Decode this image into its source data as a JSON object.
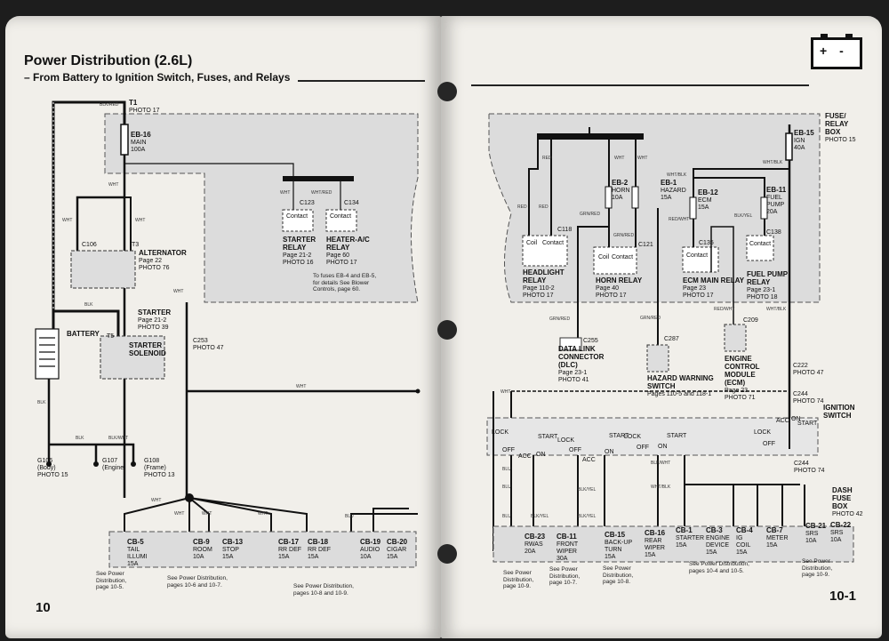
{
  "left_page": {
    "title": "Power Distribution (2.6L)",
    "subtitle": "– From Battery to Ignition Switch, Fuses, and Relays",
    "page_number": "10",
    "t1": {
      "name": "T1",
      "photo": "PHOTO 17",
      "wire": "BLK/RED"
    },
    "eb16": {
      "name": "EB-16",
      "line1": "MAIN",
      "line2": "100A"
    },
    "alternator": {
      "name": "ALTERNATOR",
      "page": "Page 22",
      "photo": "PHOTO 76",
      "conn": "C106",
      "term": "T3"
    },
    "starter_relay": {
      "name": "STARTER",
      "name2": "RELAY",
      "page": "Page 21-2",
      "photo": "PHOTO 16",
      "conn": "C123",
      "contact": "Contact"
    },
    "heater_relay": {
      "name": "HEATER-A/C",
      "name2": "RELAY",
      "page": "Page 60",
      "photo": "PHOTO 17",
      "conn": "C134",
      "contact": "Contact"
    },
    "fuse_note": [
      "To fuses EB-4 and EB-5,",
      "for details See Blower",
      "Controls, page 60."
    ],
    "starter": {
      "name": "STARTER",
      "page": "Page 21-2",
      "photo": "PHOTO 39",
      "solenoid1": "STARTER",
      "solenoid2": "SOLENOID",
      "term": "T5"
    },
    "battery": "BATTERY",
    "c253": {
      "name": "C253",
      "photo": "PHOTO 47"
    },
    "grounds": [
      {
        "name": "G106",
        "sub": "(Body)",
        "photo": "PHOTO 15"
      },
      {
        "name": "G107",
        "sub": "(Engine)",
        "photo": ""
      },
      {
        "name": "G108",
        "sub": "(Frame)",
        "photo": "PHOTO 13"
      }
    ],
    "wires": {
      "wht": "WHT",
      "blk": "BLK",
      "blkwht": "BLK/WHT",
      "blu": "BLU",
      "whtred": "WHT/RED"
    },
    "fuses": [
      {
        "name": "CB-5",
        "l1": "TAIL",
        "l2": "ILLUMI",
        "l3": "15A"
      },
      {
        "name": "CB-9",
        "l1": "ROOM",
        "l2": "10A",
        "l3": ""
      },
      {
        "name": "CB-13",
        "l1": "STOP",
        "l2": "15A",
        "l3": ""
      },
      {
        "name": "CB-17",
        "l1": "RR DEF",
        "l2": "15A",
        "l3": ""
      },
      {
        "name": "CB-18",
        "l1": "RR DEF",
        "l2": "15A",
        "l3": ""
      },
      {
        "name": "CB-19",
        "l1": "AUDIO",
        "l2": "10A",
        "l3": ""
      },
      {
        "name": "CB-20",
        "l1": "CIGAR",
        "l2": "15A",
        "l3": ""
      }
    ],
    "notes": [
      [
        "See Power",
        "Distribution,",
        "page 10-5."
      ],
      [
        "See Power Distribution,",
        "pages 10-6 and 10-7."
      ],
      [
        "See Power Distribution,",
        "pages 10-8 and 10-9."
      ]
    ]
  },
  "right_page": {
    "page_number": "10-1",
    "fuse_box": [
      "FUSE/",
      "RELAY",
      "BOX",
      "PHOTO 15"
    ],
    "eb15": {
      "name": "EB-15",
      "line1": "IGN",
      "line2": "40A"
    },
    "eb2": {
      "name": "EB-2",
      "line1": "HORN",
      "line2": "10A"
    },
    "eb1": {
      "name": "EB-1",
      "line1": "HAZARD",
      "line2": "15A"
    },
    "eb12": {
      "name": "EB-12",
      "line1": "ECM",
      "line2": "15A"
    },
    "eb11": {
      "name": "EB-11",
      "line1": "FUEL",
      "line2": "PUMP",
      "line3": "20A"
    },
    "headlight_relay": {
      "name": "HEADLIGHT",
      "name2": "RELAY",
      "page": "Page 110-2",
      "photo": "PHOTO 17",
      "conn": "C118",
      "coil": "Coil",
      "contact": "Contact"
    },
    "horn_relay": {
      "name": "HORN RELAY",
      "page": "Page 40",
      "photo": "PHOTO 17",
      "conn": "C121",
      "coil": "Coil",
      "contact": "Contact"
    },
    "ecm_relay": {
      "name": "ECM MAIN RELAY",
      "page": "Page 23",
      "photo": "PHOTO 17",
      "conn": "C135",
      "contact": "Contact"
    },
    "fuel_relay": {
      "name": "FUEL PUMP",
      "name2": "RELAY",
      "page": "Page 23-1",
      "photo": "PHOTO 18",
      "conn": "C138",
      "contact": "Contact"
    },
    "dlc": {
      "name": "DATA LINK",
      "name2": "CONNECTOR",
      "name3": "(DLC)",
      "page": "Page 23-1",
      "photo": "PHOTO 41",
      "conn": "C255"
    },
    "hazard": {
      "name": "HAZARD WARNING",
      "name2": "SWITCH",
      "page": "Pages 110-5 and 118-1",
      "conn": "C287"
    },
    "ecm": {
      "name": "ENGINE",
      "name2": "CONTROL",
      "name3": "MODULE",
      "name4": "(ECM)",
      "page": "Page 23",
      "photo": "PHOTO 71",
      "conn": "C209"
    },
    "ignition": {
      "name": "IGNITION",
      "name2": "SWITCH",
      "conn": "C244",
      "photo": "PHOTO 74",
      "positions": [
        "LOCK",
        "ACC",
        "ON",
        "START",
        "OFF"
      ]
    },
    "c222": {
      "name": "C222",
      "photo": "PHOTO 47"
    },
    "c244b": {
      "name": "C244",
      "photo": "PHOTO 74"
    },
    "dash_box": [
      "DASH",
      "FUSE",
      "BOX",
      "PHOTO 42"
    ],
    "wires": {
      "red": "RED",
      "wht": "WHT",
      "whtblk": "WHT/BLK",
      "grnred": "GRN/RED",
      "redwht": "RED/WHT",
      "blkyel": "BLK/YEL",
      "blu": "BLU",
      "blkwht": "BLK/WHT",
      "blkwhtb": "BLK/WHT"
    },
    "fuses": [
      {
        "name": "CB-23",
        "l1": "RWAS",
        "l2": "20A",
        "l3": ""
      },
      {
        "name": "CB-11",
        "l1": "FRONT",
        "l2": "WIPER",
        "l3": "30A"
      },
      {
        "name": "CB-15",
        "l1": "BACK-UP",
        "l2": "TURN",
        "l3": "15A"
      },
      {
        "name": "CB-16",
        "l1": "REAR",
        "l2": "WIPER",
        "l3": "15A"
      },
      {
        "name": "CB-1",
        "l1": "STARTER",
        "l2": "15A",
        "l3": ""
      },
      {
        "name": "CB-3",
        "l1": "ENGINE",
        "l2": "DEVICE",
        "l3": "15A"
      },
      {
        "name": "CB-4",
        "l1": "IG",
        "l2": "COIL",
        "l3": "15A"
      },
      {
        "name": "CB-7",
        "l1": "METER",
        "l2": "15A",
        "l3": ""
      },
      {
        "name": "CB-21",
        "l1": "SRS",
        "l2": "10A",
        "l3": ""
      },
      {
        "name": "CB-22",
        "l1": "SRS",
        "l2": "10A",
        "l3": ""
      }
    ],
    "notes": [
      [
        "See Power",
        "Distribution,",
        "page 10-9."
      ],
      [
        "See Power",
        "Distribution,",
        "page 10-7."
      ],
      [
        "See Power",
        "Distribution,",
        "page 10-8."
      ],
      [
        "See Power Distribution,",
        "pages 10-4 and 10-5."
      ],
      [
        "See Power",
        "Distribution,",
        "page 10-9."
      ]
    ]
  }
}
